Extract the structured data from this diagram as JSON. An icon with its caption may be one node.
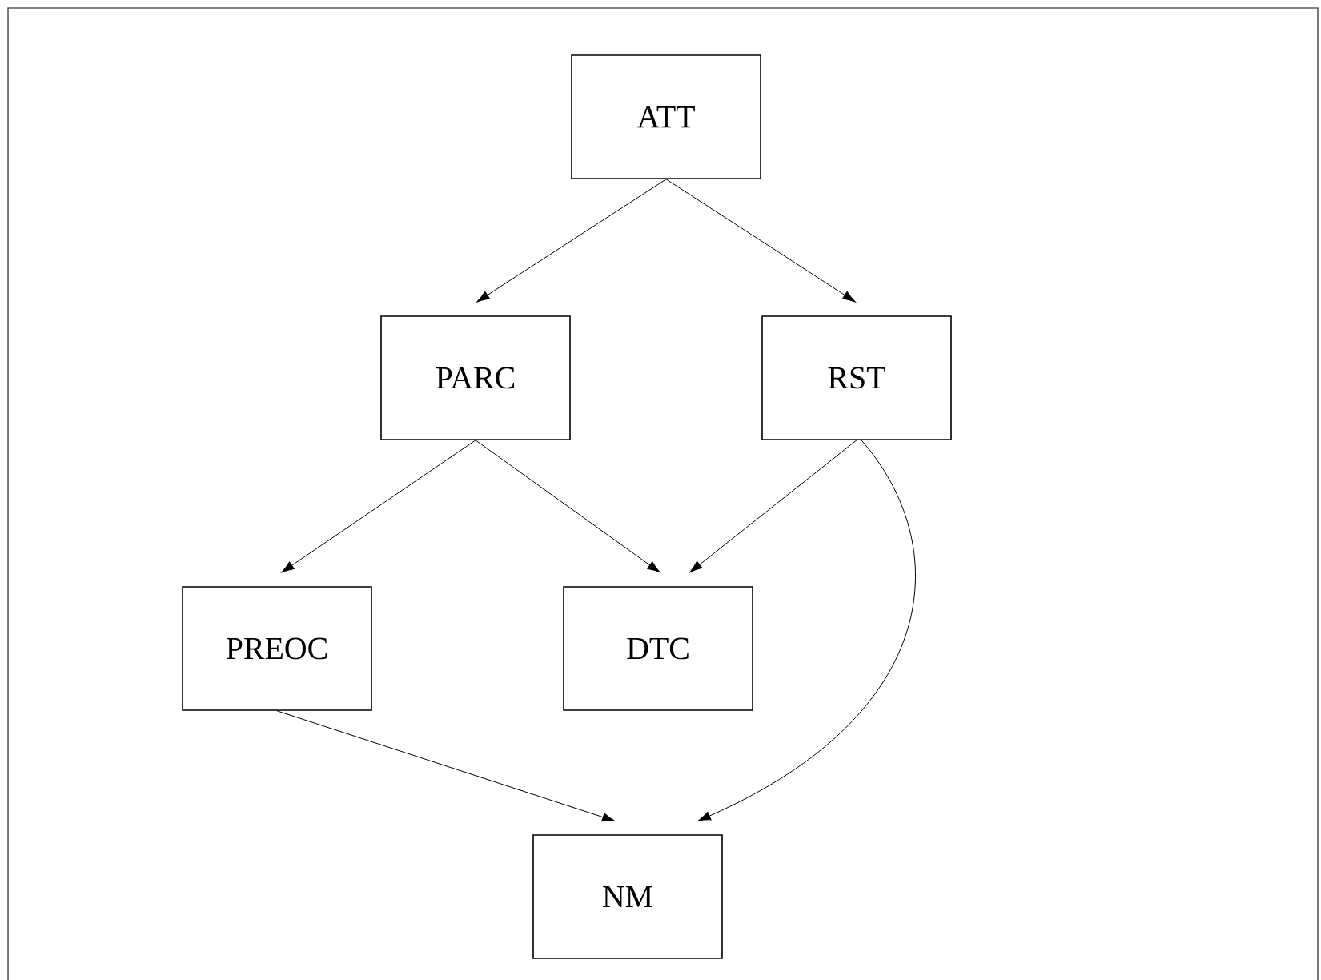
{
  "diagram": {
    "nodes": [
      {
        "text": [
          "ATT"
        ]
      },
      {
        "text": [
          "PARC"
        ]
      },
      {
        "text": [
          "RST"
        ]
      },
      {
        "text": [
          "PREOC"
        ]
      },
      {
        "text": [
          "DTC"
        ]
      },
      {
        "text": [
          "NM"
        ]
      }
    ],
    "edges": [
      {
        "from": 0,
        "to": 1,
        "arrow": "to"
      },
      {
        "from": 0,
        "to": 2,
        "arrow": "to"
      },
      {
        "from": 1,
        "to": 3,
        "arrow": "to"
      },
      {
        "from": 1,
        "to": 4,
        "arrow": "to"
      },
      {
        "from": 2,
        "to": 4,
        "arrow": "to"
      },
      {
        "from": 2,
        "to": 5,
        "arrow": "to"
      },
      {
        "from": 3,
        "to": 5,
        "arrow": "to"
      }
    ]
  }
}
